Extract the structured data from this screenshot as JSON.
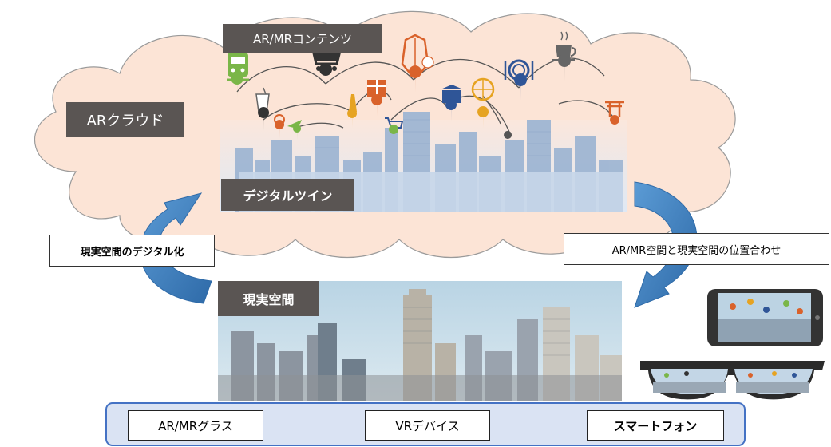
{
  "cloud": {
    "label": "ARクラウド",
    "contents_label": "AR/MRコンテンツ",
    "digital_twin_label": "デジタルツイン"
  },
  "real_space": {
    "label": "現実空間"
  },
  "arrows": {
    "left_label": "現実空間のデジタル化",
    "right_label": "AR/MR空間と現実空間の位置合わせ"
  },
  "devices": [
    {
      "label": "AR/MRグラス"
    },
    {
      "label": "VRデバイス"
    },
    {
      "label": "スマートフォン"
    }
  ],
  "icons": [
    "train-icon",
    "shopping-cart-icon",
    "clothing-sale-icon",
    "restaurant-icon",
    "coffee-icon",
    "drink-icon",
    "flower-icon",
    "airplane-icon",
    "tower-icon",
    "gift-icon",
    "cart-icon",
    "bank-icon",
    "ferris-wheel-icon",
    "map-pin-icon",
    "torii-icon"
  ],
  "colors": {
    "cloud_fill": "#fce4d6",
    "label_bg": "#5a5553",
    "arrow_blue": "#3a78b7",
    "device_bar": "#dae3f3",
    "device_bar_border": "#4472c4"
  }
}
